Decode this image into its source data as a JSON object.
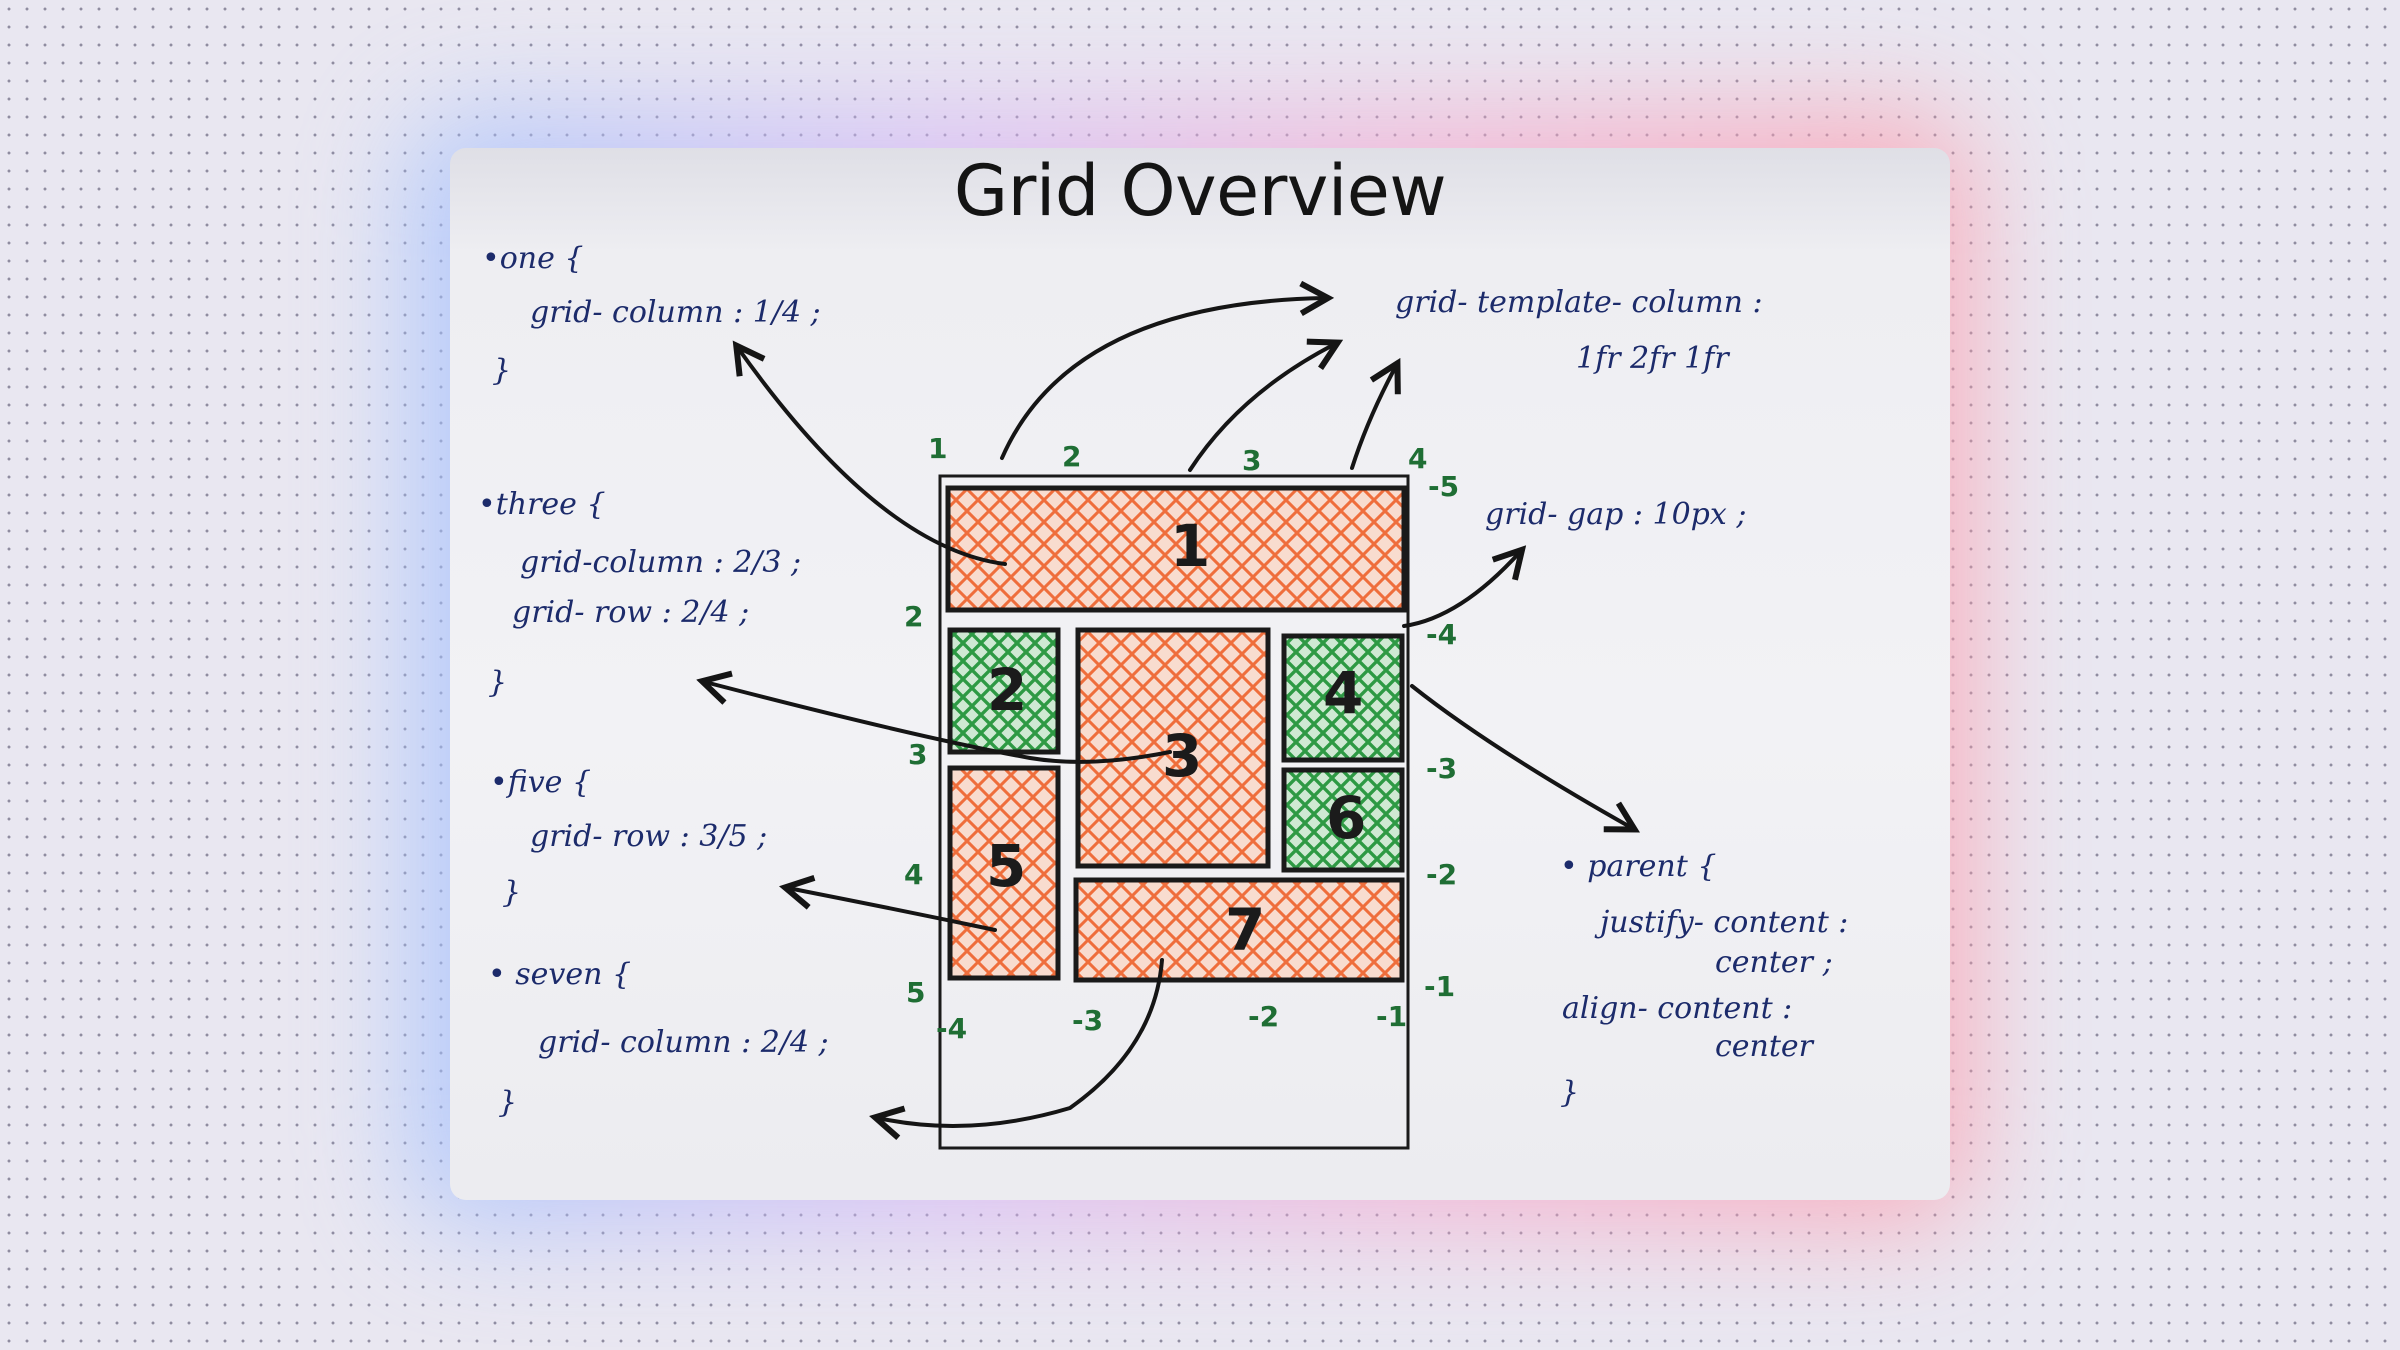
{
  "title": "Grid Overview",
  "notes": {
    "one": {
      "selector": "•one {",
      "line1": "grid- column : 1/4 ;",
      "close": "}"
    },
    "three": {
      "selector": "•three {",
      "line1": "grid-column : 2/3 ;",
      "line2": "grid- row : 2/4 ;",
      "close": "}"
    },
    "five": {
      "selector": "•five {",
      "line1": "grid- row : 3/5 ;",
      "close": "}"
    },
    "seven": {
      "selector": "• seven {",
      "line1": "grid- column : 2/4 ;",
      "close": "}"
    },
    "template": {
      "line1": "grid- template- column :",
      "line2": "1fr 2fr 1fr"
    },
    "gap": {
      "line1": "grid- gap : 10px ;"
    },
    "parent": {
      "selector": "• parent {",
      "line1": "justify- content :",
      "line2": "center ;",
      "line3": "align- content :",
      "line4": "center",
      "close": "}"
    }
  },
  "grid": {
    "column_lines": [
      "1",
      "2",
      "3",
      "4"
    ],
    "row_lines": [
      "2",
      "3",
      "4",
      "5"
    ],
    "neg_columns": [
      "-4",
      "-3",
      "-2",
      "-1"
    ],
    "neg_rows": [
      "-5",
      "-4",
      "-3",
      "-2",
      "-1"
    ],
    "cells": [
      "1",
      "2",
      "3",
      "4",
      "5",
      "6",
      "7"
    ]
  },
  "colors": {
    "orange": "#ef6e3c",
    "green": "#2e9a44",
    "ink": "#1c2b6b",
    "label": "#1f6e34"
  }
}
